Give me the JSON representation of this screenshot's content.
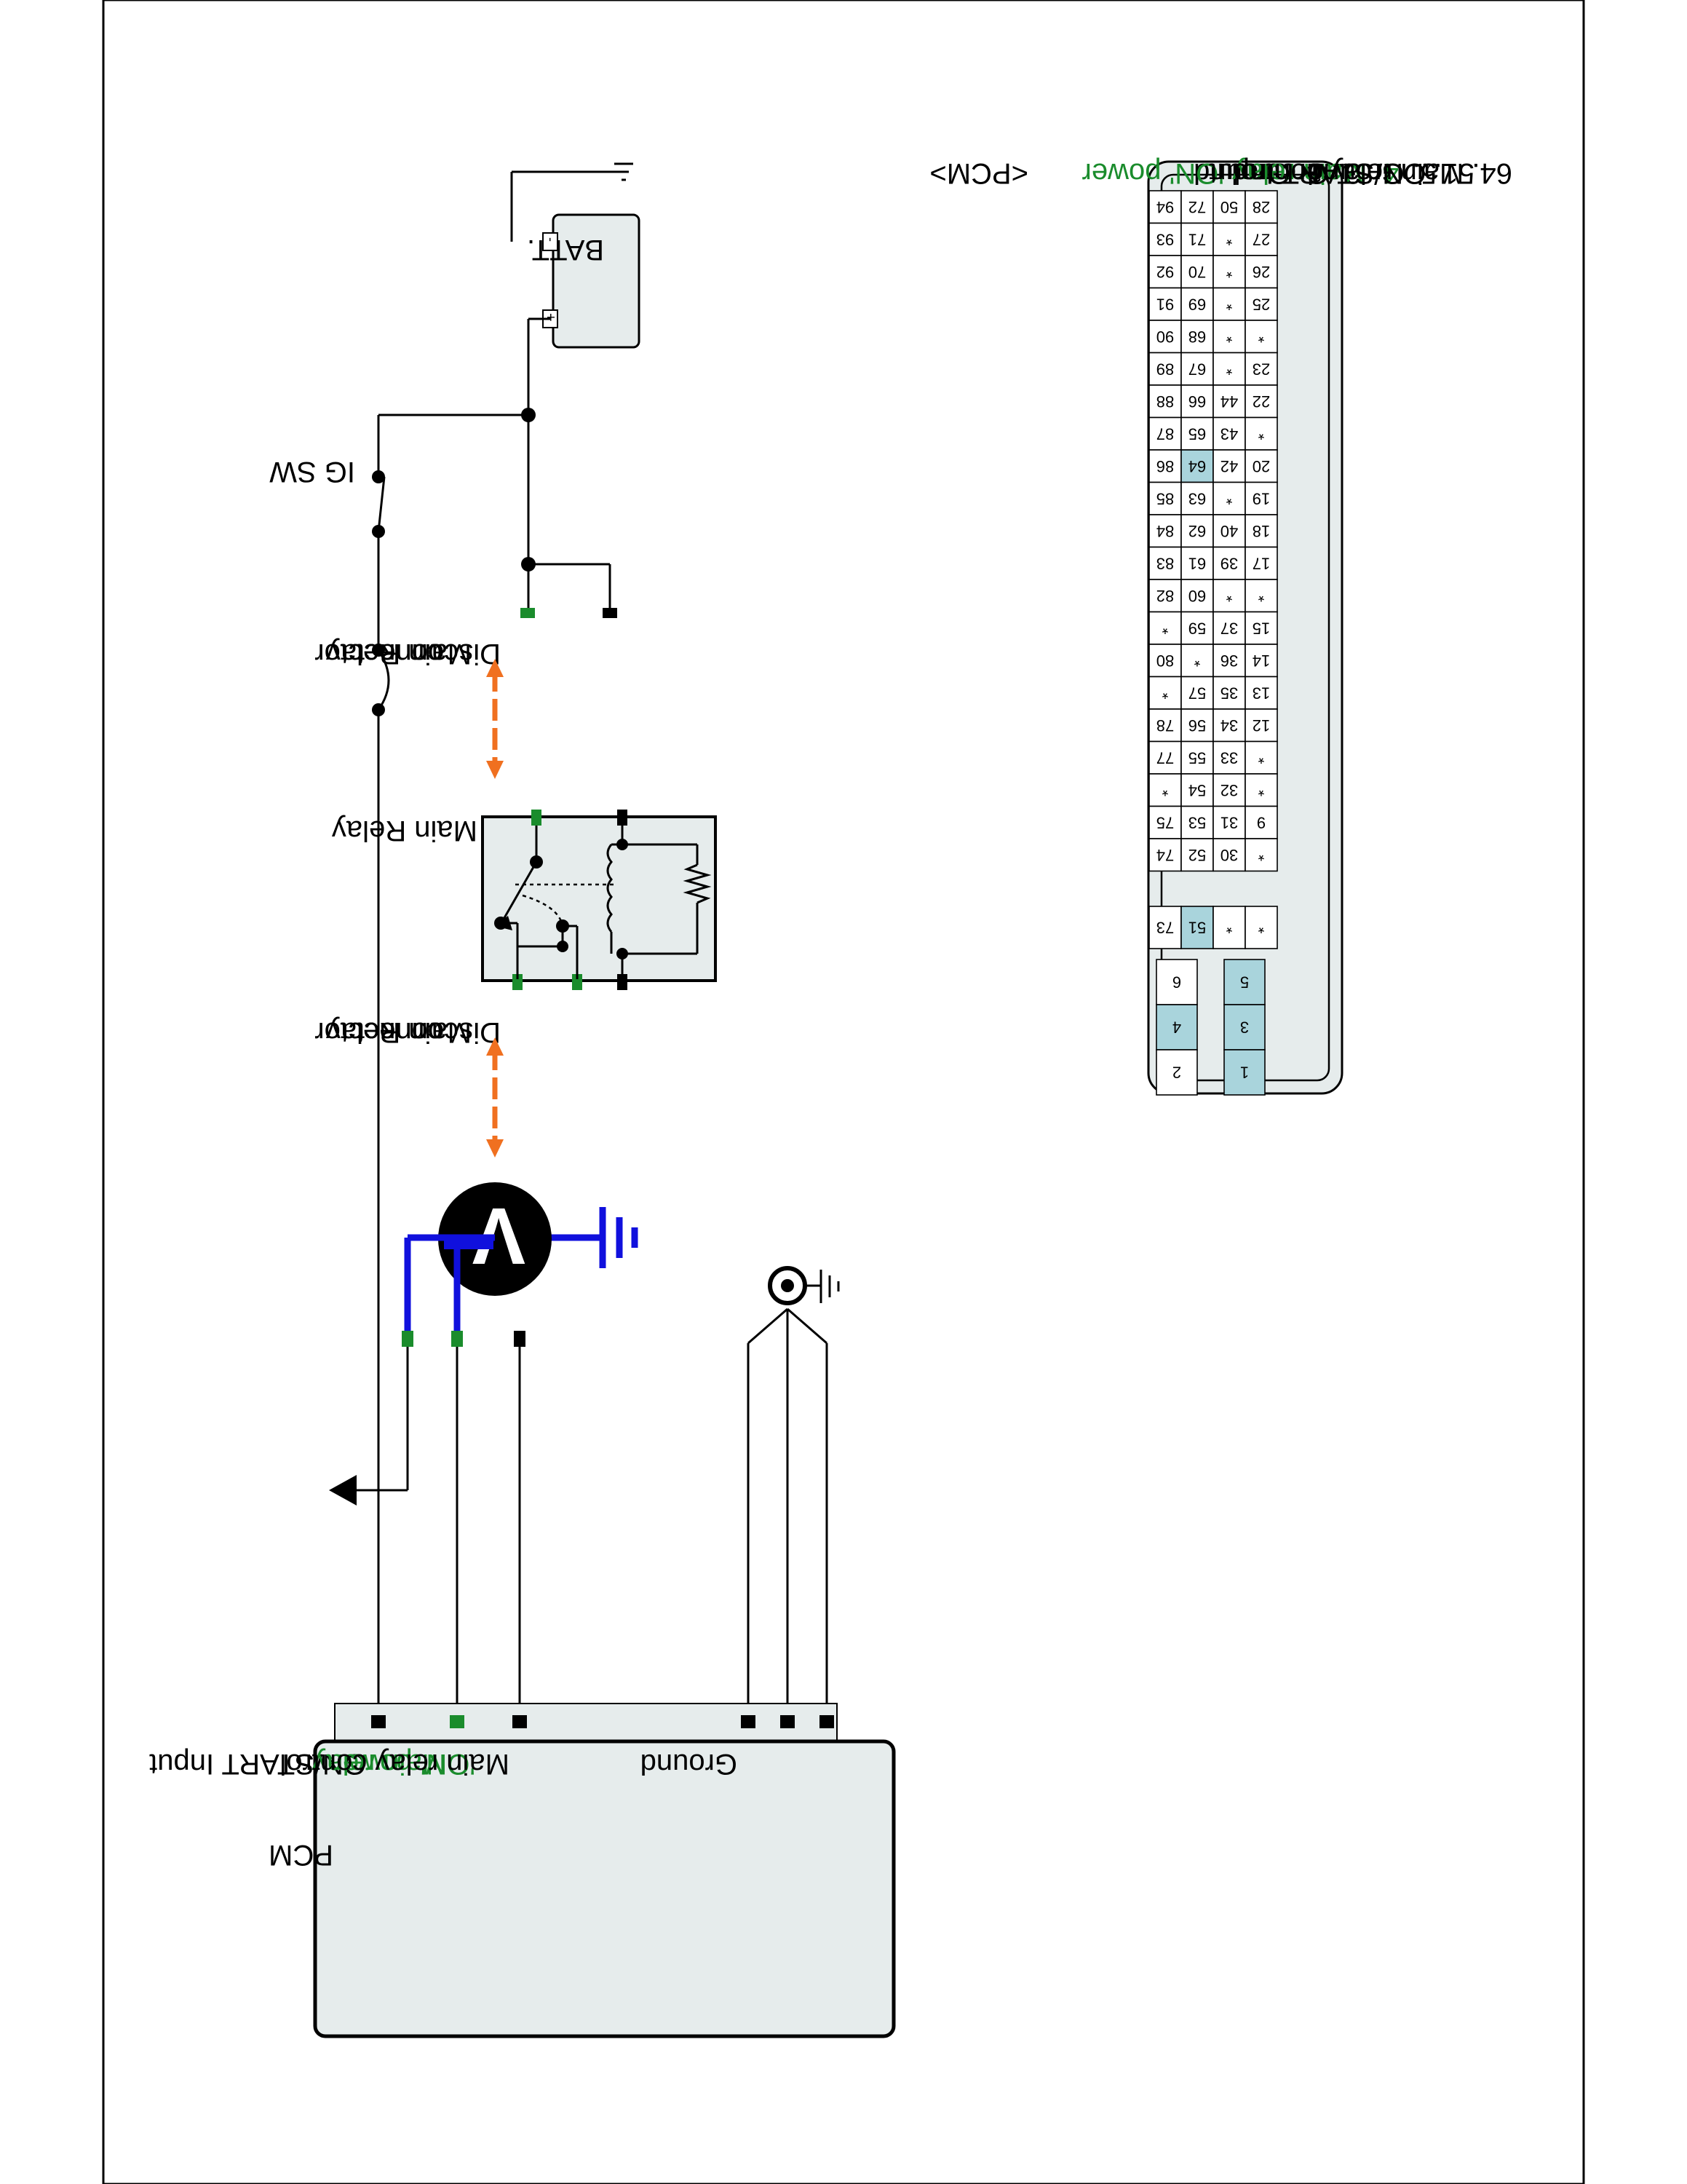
{
  "battery": {
    "label": "BATT.",
    "neg": "-",
    "pos": "+"
  },
  "ig_switch": {
    "label": "IG SW"
  },
  "main_relay": {
    "label": "Main Relay"
  },
  "disconnect": {
    "line1": "Disconnect",
    "line2": "Main Relay",
    "line3": "connector"
  },
  "pcm": {
    "title": "PCM",
    "terminals": {
      "on_start": "ON/START Input",
      "relay_on_1": "Main relay",
      "relay_on_2": "'ON' power",
      "relay_control": "Main relay control",
      "ground": "Ground"
    }
  },
  "connector": {
    "title": "<PCM>",
    "rows": [
      [
        "94",
        "93",
        "92",
        "91",
        "90",
        "89",
        "88",
        "87",
        "86",
        "85",
        "84",
        "83",
        "82",
        "*",
        "80",
        "*",
        "78",
        "77",
        "*",
        "75",
        "74"
      ],
      [
        "72",
        "71",
        "70",
        "69",
        "68",
        "67",
        "66",
        "65",
        "64",
        "63",
        "62",
        "61",
        "60",
        "59",
        "*",
        "57",
        "56",
        "55",
        "54",
        "53",
        "52"
      ],
      [
        "50",
        "*",
        "*",
        "*",
        "*",
        "*",
        "44",
        "43",
        "42",
        "*",
        "40",
        "39",
        "*",
        "37",
        "36",
        "35",
        "34",
        "33",
        "32",
        "31",
        "30"
      ],
      [
        "28",
        "27",
        "26",
        "25",
        "*",
        "23",
        "22",
        "*",
        "20",
        "19",
        "18",
        "17",
        "*",
        "15",
        "14",
        "13",
        "12",
        "*",
        "*",
        "9",
        "*"
      ]
    ],
    "highlighted": [
      "64",
      "51",
      "4",
      "3",
      "5",
      "1"
    ],
    "side_block": [
      "73",
      "51",
      "*",
      "*"
    ],
    "power_block": {
      "top": [
        "6",
        "4",
        "2"
      ],
      "bottom": [
        "5",
        "3",
        "1"
      ]
    }
  },
  "legend": [
    {
      "text": "1. Ground",
      "color": "#000000"
    },
    {
      "text": "3. Ground",
      "color": "#000000"
    },
    {
      "text": "4. Main relay 'ON' power",
      "color": "#1a8c2c"
    },
    {
      "text": "5. Ground",
      "color": "#000000"
    },
    {
      "text": "51. ON/START Input",
      "color": "#000000"
    },
    {
      "text": "64. Main relay control",
      "color": "#000000"
    }
  ],
  "colors": {
    "wire": "#000000",
    "meter_wire": "#1010dd",
    "green_pin": "#1a8c2c",
    "arrow": "#f07020",
    "highlight": "#a9d4dc",
    "panel": "#e6ecec"
  },
  "meter": {
    "symbol": "V"
  }
}
